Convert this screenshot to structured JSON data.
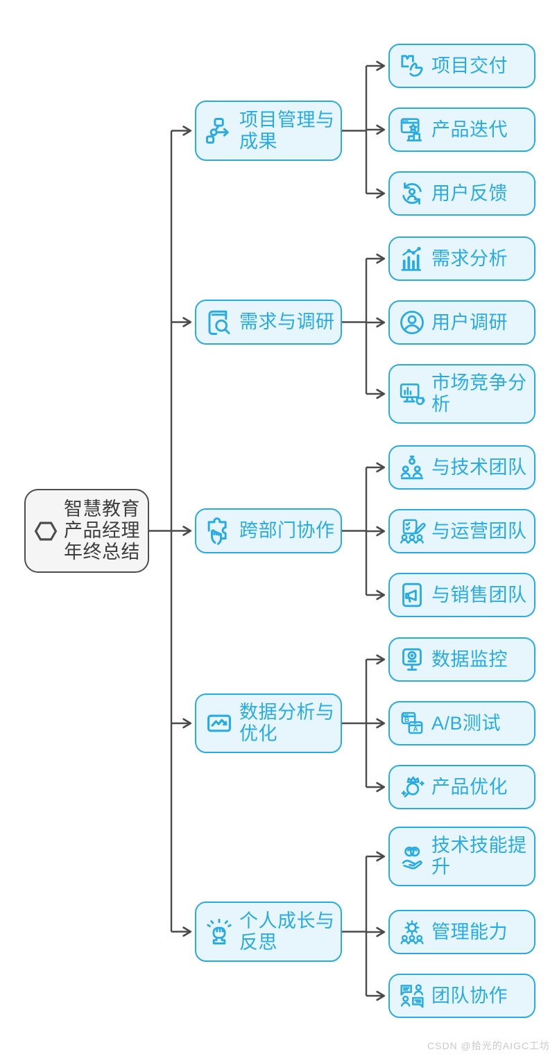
{
  "colors": {
    "accent": "#29ABE2",
    "accent_fill": "#E7F6FD",
    "root_border": "#4D4D4D",
    "root_fill": "#F5F5F5",
    "connector": "#4A4A4A",
    "watermark": "#C9C9C9"
  },
  "root": {
    "label": "智慧教育产品经理年终总结",
    "icon": "hexagon-icon"
  },
  "branches": [
    {
      "label": "项目管理与成果",
      "icon": "workflow-icon",
      "children": [
        {
          "label": "项目交付",
          "icon": "package-delivery-icon"
        },
        {
          "label": "产品迭代",
          "icon": "browser-star-icon"
        },
        {
          "label": "用户反馈",
          "icon": "user-refresh-icon"
        }
      ]
    },
    {
      "label": "需求与调研",
      "icon": "book-magnifier-icon",
      "children": [
        {
          "label": "需求分析",
          "icon": "bar-chart-trend-icon"
        },
        {
          "label": "用户调研",
          "icon": "user-circle-icon"
        },
        {
          "label": "市场竞争分析",
          "icon": "monitor-chart-cup-icon"
        }
      ]
    },
    {
      "label": "跨部门协作",
      "icon": "puzzle-hand-icon",
      "children": [
        {
          "label": "与技术团队",
          "icon": "team-flask-icon"
        },
        {
          "label": "与运营团队",
          "icon": "checklist-team-icon"
        },
        {
          "label": "与销售团队",
          "icon": "doc-megaphone-icon"
        }
      ]
    },
    {
      "label": "数据分析与优化",
      "icon": "line-chart-icon",
      "children": [
        {
          "label": "数据监控",
          "icon": "monitor-eye-icon"
        },
        {
          "label": "A/B测试",
          "icon": "ab-test-icon"
        },
        {
          "label": "产品优化",
          "icon": "magnifier-crown-icon"
        }
      ]
    },
    {
      "label": "个人成长与反思",
      "icon": "fist-icon",
      "children": [
        {
          "label": "技术技能提升",
          "icon": "brain-hand-icon"
        },
        {
          "label": "管理能力",
          "icon": "gear-people-icon"
        },
        {
          "label": "团队协作",
          "icon": "chat-people-icon"
        }
      ]
    }
  ],
  "watermark": "CSDN @拾光的AIGC工坊"
}
